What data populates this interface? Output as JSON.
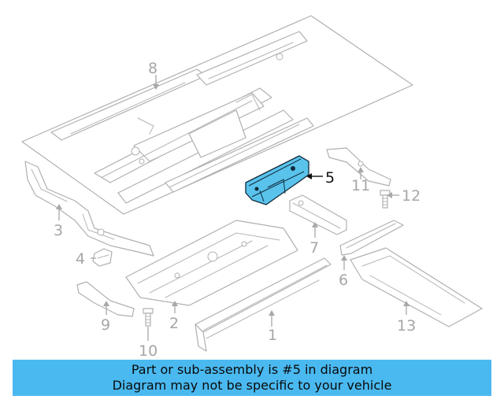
{
  "callouts": [
    {
      "id": "1",
      "label": "1"
    },
    {
      "id": "2",
      "label": "2"
    },
    {
      "id": "3",
      "label": "3"
    },
    {
      "id": "4",
      "label": "4"
    },
    {
      "id": "5",
      "label": "5",
      "highlighted": true
    },
    {
      "id": "6",
      "label": "6"
    },
    {
      "id": "7",
      "label": "7"
    },
    {
      "id": "8",
      "label": "8"
    },
    {
      "id": "9",
      "label": "9"
    },
    {
      "id": "10",
      "label": "10"
    },
    {
      "id": "11",
      "label": "11"
    },
    {
      "id": "12",
      "label": "12"
    },
    {
      "id": "13",
      "label": "13"
    }
  ],
  "banner": {
    "line1": "Part or sub-assembly is #5 in diagram",
    "line2": "Diagram may not be specific to your vehicle"
  },
  "colors": {
    "highlight_fill": "#5ac3ec",
    "banner_background": "#4ab9f0",
    "line_art": "#b0b0b0"
  }
}
